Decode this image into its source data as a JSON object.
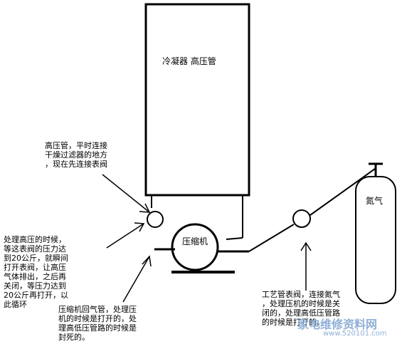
{
  "labels": {
    "condenser": "冷凝器 高压管",
    "compressor": "压缩机",
    "nitrogen": "氮气",
    "high_pressure_note": "高压管，平时连接\n干燥过滤器的地方\n，现在先连接表阀",
    "procedure_note": "处理高压的时候，\n等这表阀的压力达\n到20公斤，就瞬间\n打开表阀，让高压\n气体排出，之后再\n关闭，等压力达到\n20公斤再打开，以\n此循环",
    "return_pipe_note": "压缩机回气管，处理压\n机的时候是打开的，处\n理高低压管路的时候是\n封死的。",
    "process_pipe_note": "工艺管表阀，连接氮气\n，处理压机的时候是关\n闭的，处理高低压管路\n的时候是打开的。"
  },
  "watermark": {
    "text": "家电维修资料网",
    "url": "www.520101.com"
  },
  "colors": {
    "line": "#000000",
    "background": "#ffffff",
    "watermark": "#8fb0d6"
  }
}
